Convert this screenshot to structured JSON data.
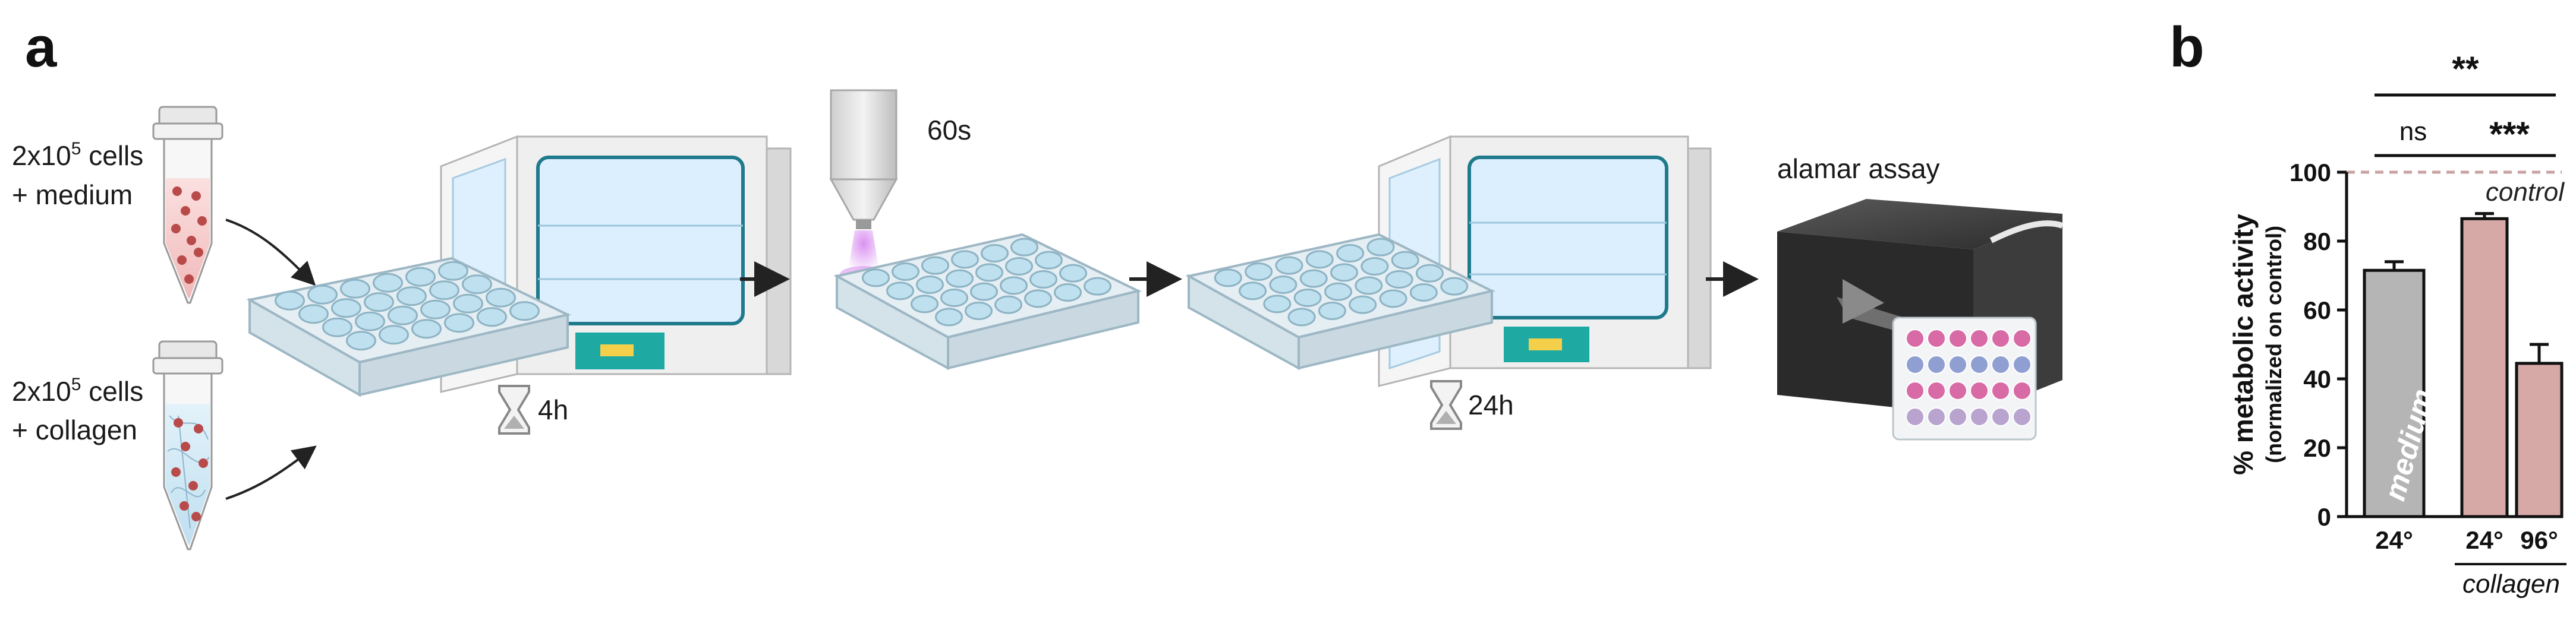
{
  "panel_a": {
    "letter": "a",
    "tube1": {
      "line1_pre": "2x10",
      "line1_exp": "5",
      "line1_post": " cells",
      "line2": "+ medium"
    },
    "tube2": {
      "line1_pre": "2x10",
      "line1_exp": "5",
      "line1_post": " cells",
      "line2": "+ collagen"
    },
    "time_incubation_1": "4h",
    "time_exposure": "60s",
    "time_incubation_2": "24h",
    "assay_label": "alamar assay"
  },
  "panel_b": {
    "letter": "b",
    "significance": [
      "**",
      "ns",
      "***"
    ],
    "control_label": "control",
    "group_label": "collagen"
  },
  "chart_data": {
    "type": "bar",
    "categories": [
      "24°",
      "24°",
      "96°"
    ],
    "values": [
      71.5,
      86.5,
      44.5
    ],
    "errors": [
      2.5,
      1.5,
      5.5
    ],
    "bar_colors": [
      "#b5b5b5",
      "#d6a9a6",
      "#d6a9a6"
    ],
    "bar_inner_labels": [
      "medium",
      "",
      ""
    ],
    "ylabel": "% metabolic activity",
    "ylabel_sub": "(normalized on control)",
    "ylim": [
      0,
      100
    ],
    "yticks": [
      0,
      20,
      40,
      60,
      80,
      100
    ],
    "control_line": 100,
    "control_line_color": "#c9a3a3"
  },
  "colors": {
    "tube_red_fill": "#f5c9c9",
    "tube_blue_fill": "#cfe6f3",
    "cell_color": "#b94a4a",
    "plate_color": "#e4eef3",
    "well_color": "#bfe0ee",
    "incubator_panel": "#1fa9a3",
    "laser_color": "#c46ce0",
    "reader_color": "#3a3a3a"
  }
}
